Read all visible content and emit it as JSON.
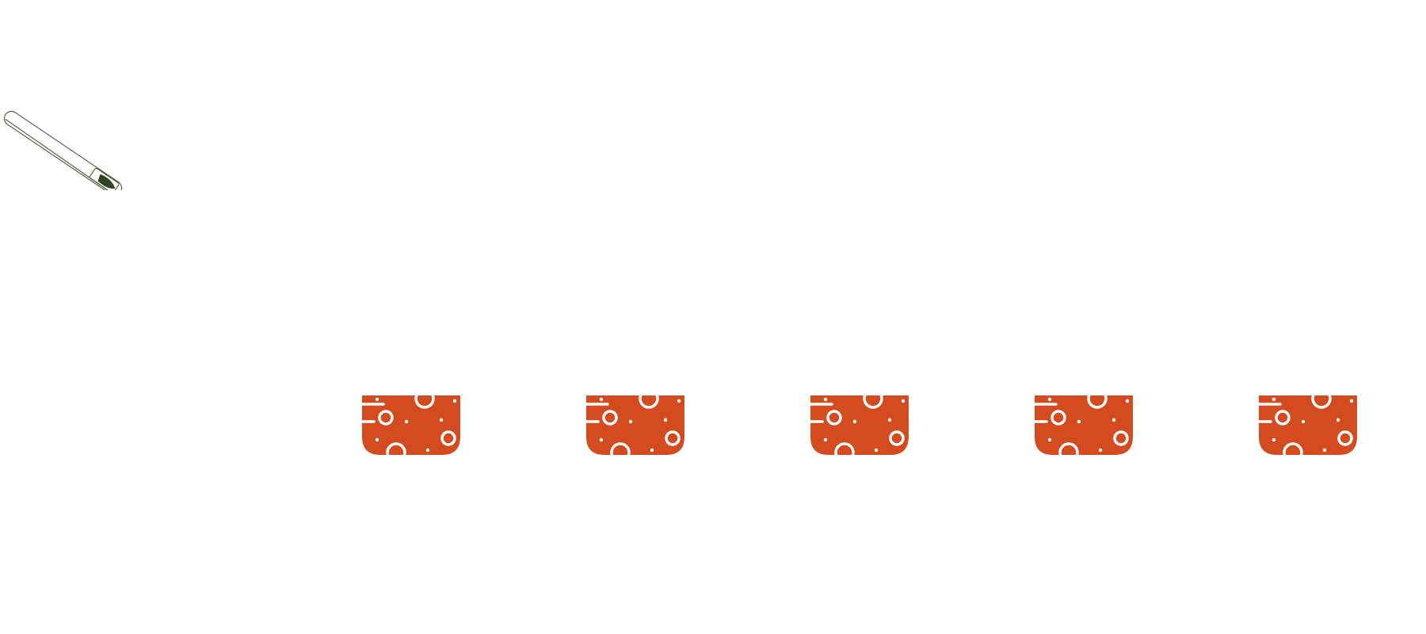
{
  "scene": {
    "spoon": {
      "icon": "measuring-spoon-icon",
      "outline_color": "#4a5a3a",
      "fill_color": "#2f4322"
    },
    "cups": [
      {
        "id": 1,
        "icon": "cup-icon"
      },
      {
        "id": 2,
        "icon": "cup-icon"
      },
      {
        "id": 3,
        "icon": "cup-icon"
      },
      {
        "id": 4,
        "icon": "cup-icon"
      },
      {
        "id": 5,
        "icon": "cup-icon"
      }
    ],
    "cup_color": "#d44b1f",
    "pattern_color": "#ffffff"
  }
}
